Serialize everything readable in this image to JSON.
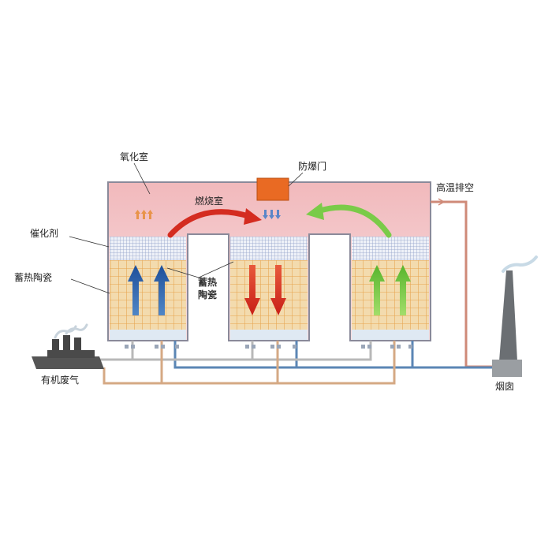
{
  "labels": {
    "oxidation_chamber": "氧化室",
    "combustion_chamber": "燃烧室",
    "explosion_door": "防爆门",
    "high_temp_exhaust": "高温排空",
    "catalyst": "催化剂",
    "ceramic_left": "蓄热陶瓷",
    "ceramic_mid_1": "蓄热",
    "ceramic_mid_2": "陶瓷",
    "organic_gas": "有机废气",
    "chimney": "烟囱"
  },
  "colors": {
    "chamber_fill": "#f4c9cc",
    "catalyst_mesh": "#c7d0e6",
    "ceramic_fill": "#f1d6a5",
    "ceramic_grid": "#e8a24b",
    "door": "#e96a23",
    "pipe_blue": "#5b86b5",
    "pipe_gray": "#b8b8b8",
    "pipe_brown": "#d5a984",
    "pipe_red": "#cf8a78",
    "arrow_blue": "#2c5ea8",
    "arrow_red": "#d42c20",
    "arrow_green": "#6cc23a"
  },
  "icons": [
    "factory-icon",
    "chimney-icon",
    "smoke-icon",
    "valve-icon"
  ]
}
